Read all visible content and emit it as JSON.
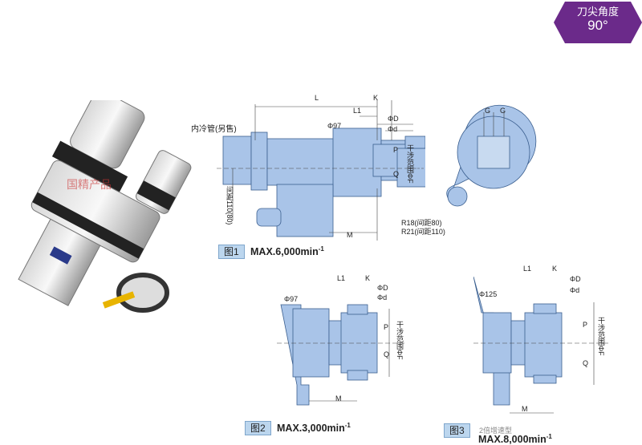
{
  "badge": {
    "title": "刀尖角度",
    "angle": "90°",
    "color": "#6b2a8a"
  },
  "photo": {
    "watermark": "国精产品"
  },
  "figure1": {
    "tag": "图1",
    "max_speed": "MAX.6,000min",
    "unit_exp": "-1",
    "labels": {
      "L": "L",
      "K": "K",
      "L1": "L1",
      "phiD": "ΦD",
      "phid": "Φd",
      "phi97": "Φ97",
      "P": "P",
      "Q": "Q",
      "F": "干涉范围ΦF",
      "M": "M",
      "coolant": "内冷管(另售)",
      "pitch": "间距110(80)"
    }
  },
  "side_view": {
    "labels": {
      "G1": "G",
      "G2": "G",
      "R18": "R18(间距80)",
      "R21": "R21(间距110)"
    }
  },
  "figure2": {
    "tag": "图2",
    "max_speed": "MAX.3,000min",
    "unit_exp": "-1",
    "labels": {
      "L1": "L1",
      "K": "K",
      "phiD": "ΦD",
      "phid": "Φd",
      "phi97": "Φ97",
      "P": "P",
      "Q": "Q",
      "F": "干涉范围ΦF",
      "M": "M"
    }
  },
  "figure3": {
    "tag": "图3",
    "subtitle": "2倍增速型",
    "max_speed": "MAX.8,000min",
    "unit_exp": "-1",
    "labels": {
      "L1": "L1",
      "K": "K",
      "phiD": "ΦD",
      "phid": "Φd",
      "phi125": "Φ125",
      "P": "P",
      "Q": "Q",
      "F": "干涉范围ΦF",
      "M": "M"
    }
  },
  "colors": {
    "part_fill": "#a9c4e8",
    "part_stroke": "#3b5f8f",
    "dim": "#444444"
  }
}
